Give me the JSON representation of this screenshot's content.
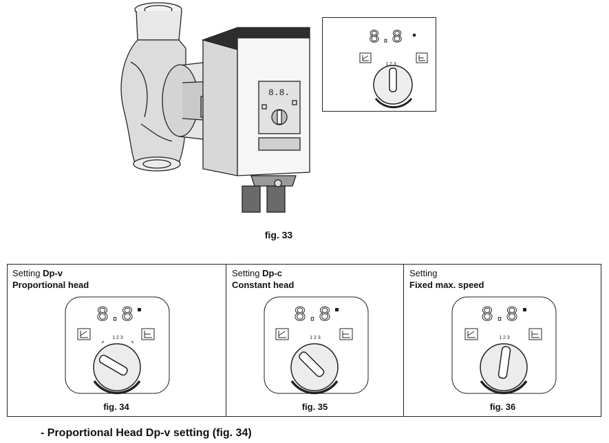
{
  "figure_top": {
    "caption": "fig. 33",
    "display_glyphs": "8.8."
  },
  "settings_table": {
    "cells": [
      {
        "prefix": "Setting",
        "mode": "Dp-v",
        "description": "Proportional head",
        "caption": "fig. 34",
        "knob_position": "1"
      },
      {
        "prefix": "Setting",
        "mode": "Dp-c",
        "description": "Constant head",
        "caption": "fig. 35",
        "knob_position": "2"
      },
      {
        "prefix": "Setting",
        "mode": "",
        "description": "Fixed max. speed",
        "caption": "fig. 36",
        "knob_position": "3"
      }
    ],
    "dial_scale": "1 2 3"
  },
  "section_heading": "- Proportional Head Dp-v setting (fig. 34)"
}
